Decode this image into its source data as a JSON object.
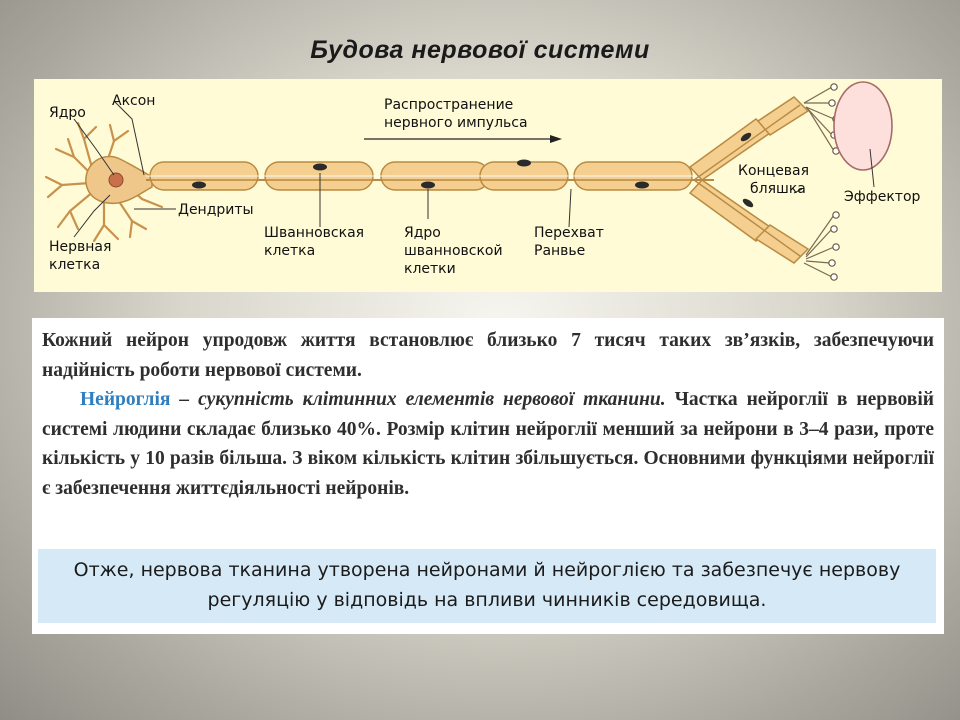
{
  "slide": {
    "title": "Будова  нервової  системи"
  },
  "diagram": {
    "labels": {
      "nucleus": "Ядро",
      "axon": "Аксон",
      "propagation_line1": "Распространение",
      "propagation_line2": "нервного импульса",
      "dendrites": "Дендриты",
      "nerve_cell_line1": "Нервная",
      "nerve_cell_line2": "клетка",
      "schwann_cell_line1": "Шванновская",
      "schwann_cell_line2": "клетка",
      "schwann_nucleus_line1": "Ядро",
      "schwann_nucleus_line2": "шванновской",
      "schwann_nucleus_line3": "клетки",
      "ranvier_line1": "Перехват",
      "ranvier_line2": "Ранвье",
      "end_plate_line1": "Концевая",
      "end_plate_line2": "бляшка",
      "effector": "Эффектор"
    },
    "colors": {
      "myelin_fill": "#f4cf8f",
      "myelin_stroke": "#b98a42",
      "cell_body": "#f0c78a",
      "nucleus": "#c8704a",
      "effector_fill": "#fde0dc",
      "effector_stroke": "#a46b6b"
    }
  },
  "text": {
    "p1": "Кожний нейрон упродовж життя встановлює близько 7 тисяч таких зв’язків, забезпечуючи надійність роботи нервової системи.",
    "p2_term": "Нейроглія",
    "p2_dash": " – ",
    "p2_def": "сукупність клітинних елементів нервової тканини.",
    "p2_rest": " Частка нейроглії в нервовій системі людини складає близько 40%. Розмір клітин нейроглії менший за нейрони в 3–4 рази, проте кількість у 10 разів більша. З віком кількість клітин збільшується. Основними функціями нейроглії є забезпечення життєдіяльності нейронів.",
    "summary": "Отже, нервова тканина утворена нейронами й нейроглією та забезпечує нервову регуляцію у відповідь на впливи чинників середовища."
  }
}
